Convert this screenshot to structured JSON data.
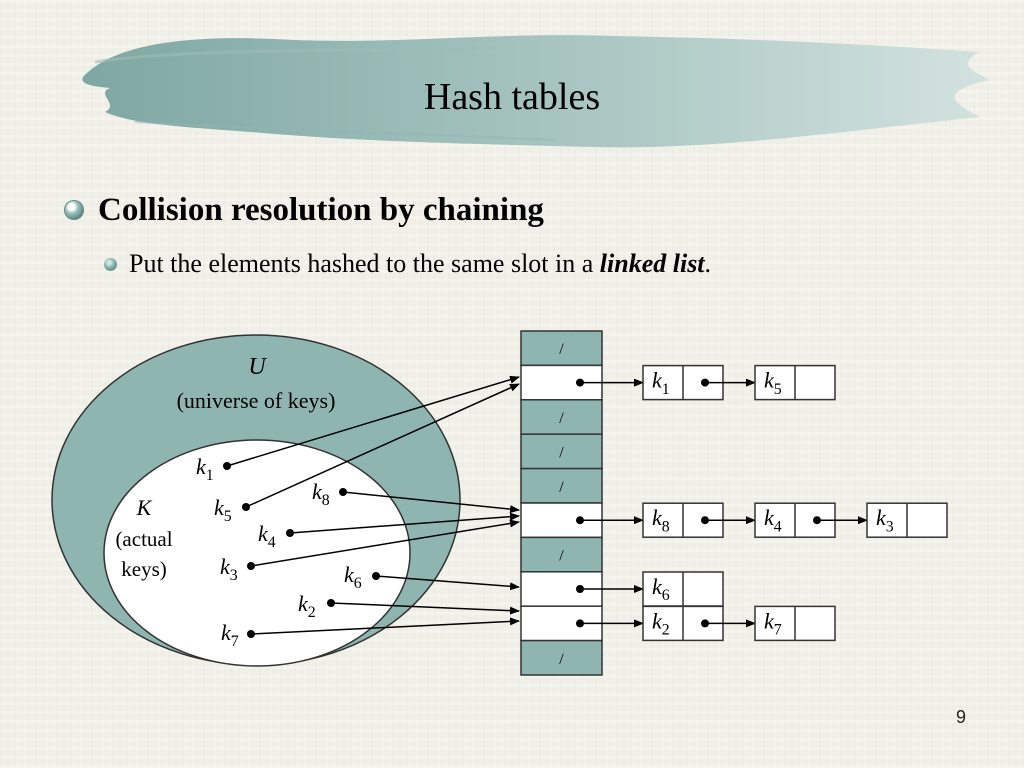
{
  "title": "Hash tables",
  "bullet_main": "Collision resolution by chaining",
  "bullet_sub": {
    "prefix": "Put the elements hashed to the same slot in a ",
    "emphasis": "linked list",
    "suffix": "."
  },
  "universe": {
    "name": "U",
    "description": "(universe of keys)"
  },
  "actual_keys": {
    "name": "K",
    "line1": "(actual",
    "line2": "keys)"
  },
  "key_letter": "k",
  "keys": [
    {
      "id": "k1",
      "sub": "1",
      "slot": 1
    },
    {
      "id": "k5",
      "sub": "5",
      "slot": 1
    },
    {
      "id": "k8",
      "sub": "8",
      "slot": 5
    },
    {
      "id": "k4",
      "sub": "4",
      "slot": 5
    },
    {
      "id": "k3",
      "sub": "3",
      "slot": 5
    },
    {
      "id": "k6",
      "sub": "6",
      "slot": 7
    },
    {
      "id": "k2",
      "sub": "2",
      "slot": 8
    },
    {
      "id": "k7",
      "sub": "7",
      "slot": 8
    }
  ],
  "nil_symbol": "/",
  "table_slots": [
    {
      "index": 0,
      "nil": true
    },
    {
      "index": 1,
      "nil": false,
      "chain": [
        "1",
        "5"
      ]
    },
    {
      "index": 2,
      "nil": true
    },
    {
      "index": 3,
      "nil": true
    },
    {
      "index": 4,
      "nil": true
    },
    {
      "index": 5,
      "nil": false,
      "chain": [
        "8",
        "4",
        "3"
      ]
    },
    {
      "index": 6,
      "nil": true
    },
    {
      "index": 7,
      "nil": false,
      "chain": [
        "6"
      ]
    },
    {
      "index": 8,
      "nil": false,
      "chain": [
        "2",
        "7"
      ]
    },
    {
      "index": 9,
      "nil": true
    }
  ],
  "slide_number": "9",
  "colors": {
    "teal": "#8fb5b1",
    "teal_light": "#c9ddd9",
    "outline": "#333333"
  }
}
